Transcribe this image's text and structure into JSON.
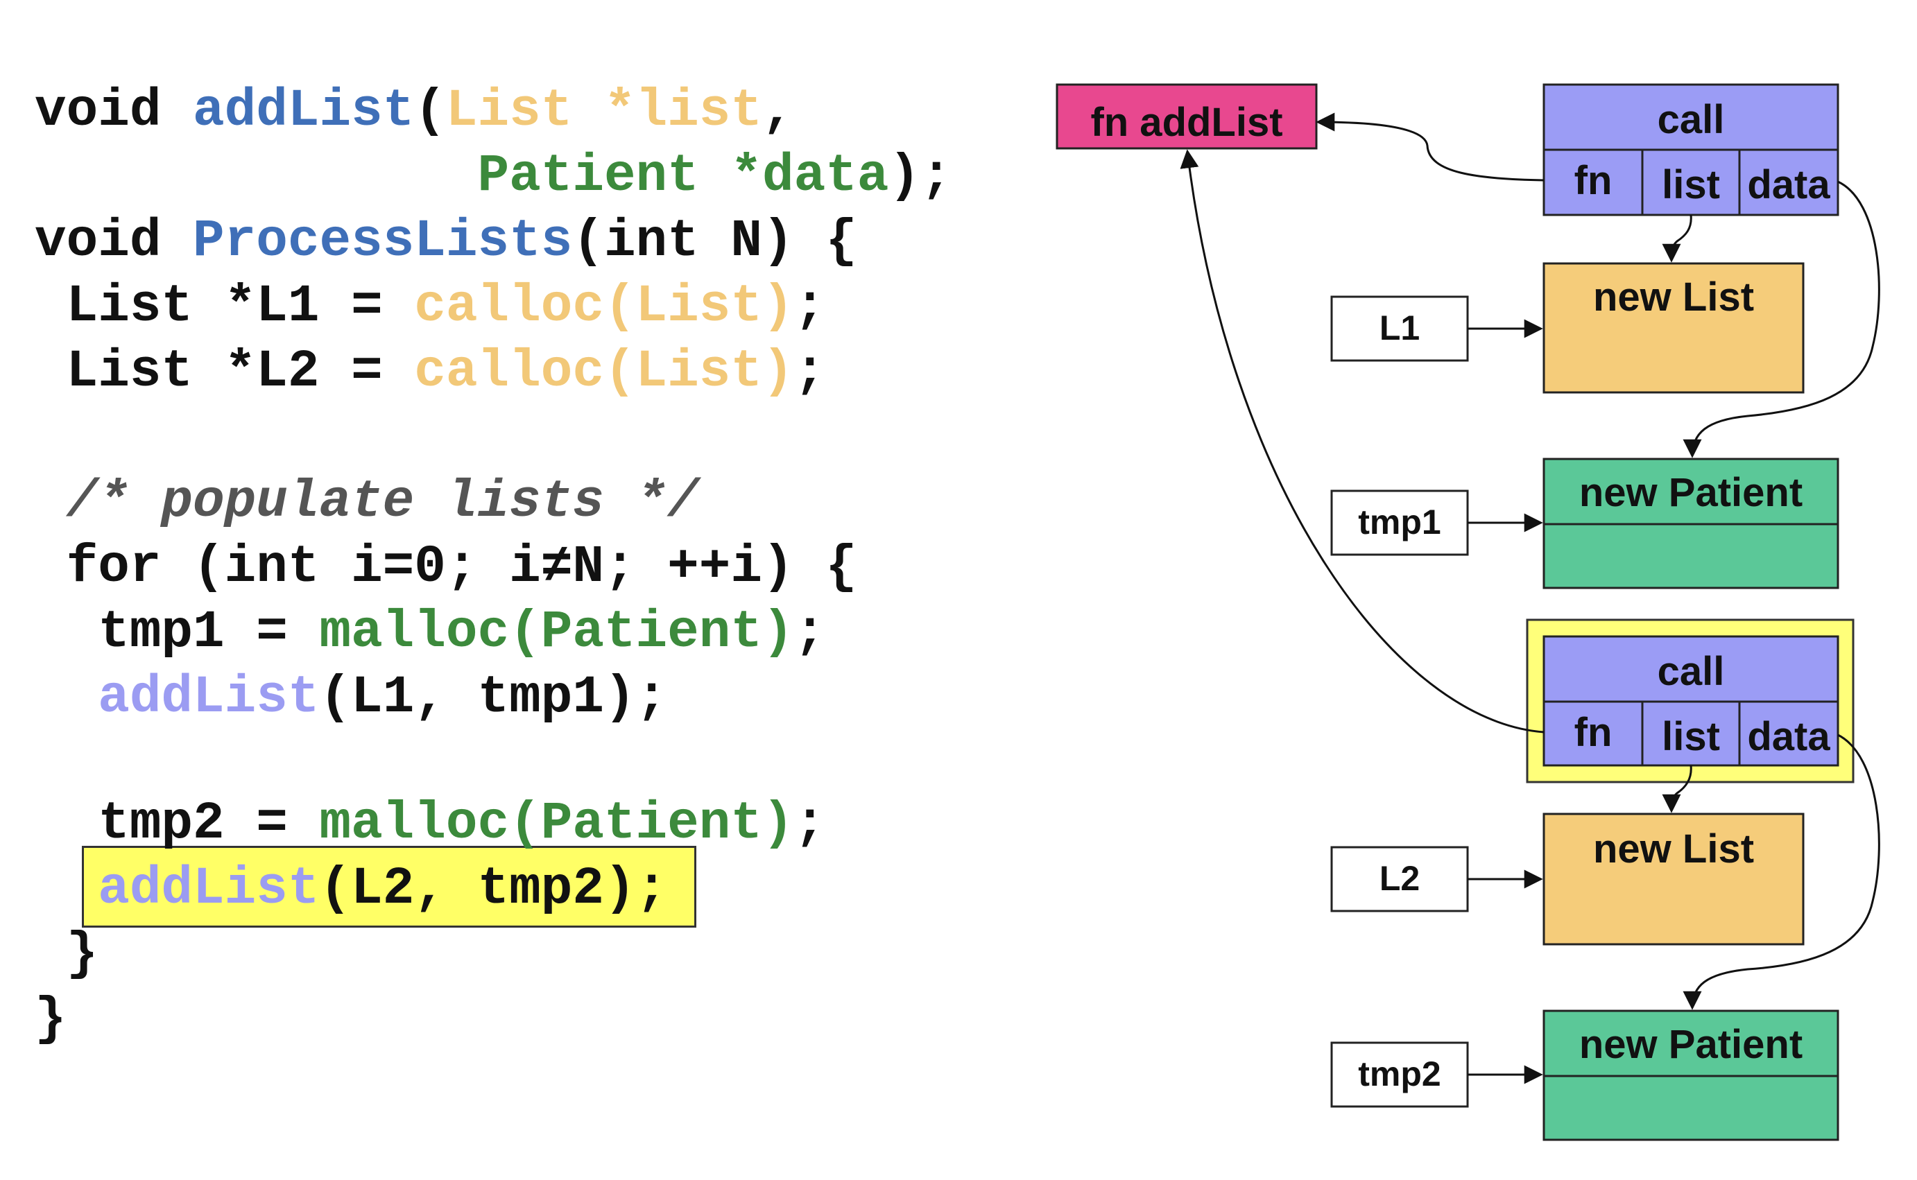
{
  "code": {
    "lines": [
      [
        {
          "t": "void ",
          "c": ""
        },
        {
          "t": "addList",
          "c": "kw-blue"
        },
        {
          "t": "(",
          "c": ""
        },
        {
          "t": "List *list",
          "c": "kw-orange"
        },
        {
          "t": ",",
          "c": ""
        }
      ],
      [
        {
          "t": "              ",
          "c": ""
        },
        {
          "t": "Patient *data",
          "c": "kw-green"
        },
        {
          "t": ");",
          "c": ""
        }
      ],
      [
        {
          "t": "void ",
          "c": ""
        },
        {
          "t": "ProcessLists",
          "c": "kw-blue"
        },
        {
          "t": "(int N) {",
          "c": ""
        }
      ],
      [
        {
          "t": " List *L1 = ",
          "c": ""
        },
        {
          "t": "calloc(List)",
          "c": "kw-orange"
        },
        {
          "t": ";",
          "c": ""
        }
      ],
      [
        {
          "t": " List *L2 = ",
          "c": ""
        },
        {
          "t": "calloc(List)",
          "c": "kw-orange"
        },
        {
          "t": ";",
          "c": ""
        }
      ],
      [
        {
          "t": " /* populate lists */",
          "c": "kw-comment"
        }
      ],
      [
        {
          "t": " for (int i=0; i≠N; ++i) {",
          "c": ""
        }
      ],
      [
        {
          "t": "  tmp1 = ",
          "c": ""
        },
        {
          "t": "malloc(Patient)",
          "c": "kw-green"
        },
        {
          "t": ";",
          "c": ""
        }
      ],
      [
        {
          "t": "  ",
          "c": ""
        },
        {
          "t": "addList",
          "c": "kw-violet"
        },
        {
          "t": "(L1, tmp1);",
          "c": ""
        }
      ],
      [
        {
          "t": "  tmp2 = ",
          "c": ""
        },
        {
          "t": "malloc(Patient)",
          "c": "kw-green"
        },
        {
          "t": ";",
          "c": ""
        }
      ],
      [
        {
          "t": "  ",
          "c": ""
        },
        {
          "t": "addList",
          "c": "kw-violet"
        },
        {
          "t": "(L2, tmp2);",
          "c": ""
        }
      ],
      [
        {
          "t": " }",
          "c": ""
        }
      ],
      [
        {
          "t": "}",
          "c": ""
        }
      ]
    ],
    "highlighted_line": 10
  },
  "diagram": {
    "fn_box": "fn addList",
    "call_label": "call",
    "call_fields": [
      "fn",
      "list",
      "data"
    ],
    "new_list": "new List",
    "new_patient": "new Patient",
    "var_L1": "L1",
    "var_tmp1": "tmp1",
    "var_L2": "L2",
    "var_tmp2": "tmp2",
    "colors": {
      "fn_box": "#e8488f",
      "call": "#9b9cf5",
      "new_list": "#f5cc7a",
      "new_patient": "#5bc898",
      "highlight": "#ffff7a"
    }
  }
}
